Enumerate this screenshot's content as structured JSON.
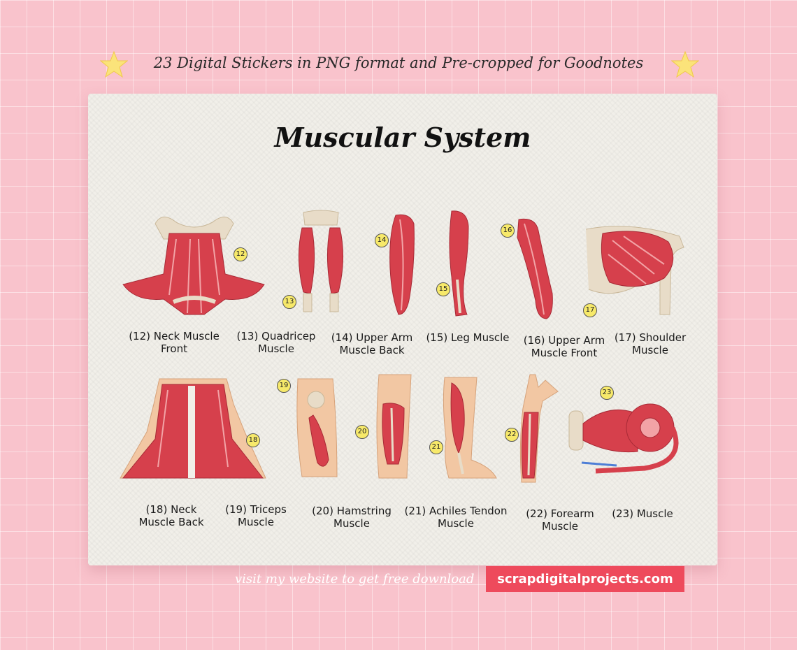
{
  "tagline": "23 Digital Stickers in PNG format and Pre-cropped for Goodnotes",
  "title": "Muscular System",
  "colors": {
    "background": "#f9c3cc",
    "card": "#f1efe9",
    "muscle": "#d6404c",
    "bone": "#e8dcc8",
    "number_badge": "#f7e96a",
    "website_button": "#ee4a5c"
  },
  "stickers": [
    {
      "number": "12",
      "label": "(12) Neck Muscle\nFront"
    },
    {
      "number": "13",
      "label": "(13) Quadricep\nMuscle"
    },
    {
      "number": "14",
      "label": "(14) Upper Arm\nMuscle Back"
    },
    {
      "number": "15",
      "label": "(15) Leg Muscle"
    },
    {
      "number": "16",
      "label": "(16) Upper Arm\nMuscle Front"
    },
    {
      "number": "17",
      "label": "(17) Shoulder\nMuscle"
    },
    {
      "number": "18",
      "label": "(18) Neck\nMuscle Back"
    },
    {
      "number": "19",
      "label": "(19) Triceps\nMuscle"
    },
    {
      "number": "20",
      "label": "(20) Hamstring\nMuscle"
    },
    {
      "number": "21",
      "label": "(21) Achiles Tendon\nMuscle"
    },
    {
      "number": "22",
      "label": "(22) Forearm\nMuscle"
    },
    {
      "number": "23",
      "label": "(23) Muscle"
    }
  ],
  "footer": {
    "visit_text": "visit my website to get free download",
    "website": "scrapdigitalprojects.com"
  },
  "icons": [
    "star-icon"
  ]
}
